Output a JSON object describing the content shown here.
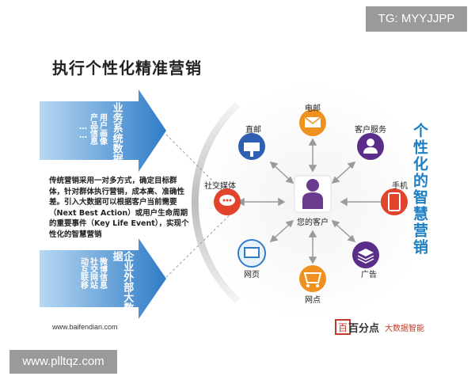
{
  "watermarks": {
    "top_right": "TG: MYYJJPP",
    "bottom_left": "www.plltqz.com"
  },
  "slide": {
    "title": "执行个性化精准营销",
    "side_title": "个性化的智慧营销",
    "arrow_top": {
      "main": "业务系统数据",
      "sub": [
        "用户画像",
        "产品信息",
        "……"
      ]
    },
    "arrow_bottom": {
      "main": "企业外部大数据",
      "sub": [
        "微博信息",
        "社交网站",
        "动互联移"
      ]
    },
    "description": "传统营销采用一对多方式，确定目标群体，针对群体执行营销，成本高、准确性差。引入大数据可以根据客户当前需要（Next Best Action）或用户生命周期的重要事件（Key Life Event），实现个性化的智慧营销",
    "website": "www.baifendian.com",
    "center_label": "您的客户",
    "nodes": {
      "email": "电邮",
      "service": "客户服务",
      "mobile": "手机",
      "ads": "广告",
      "store": "网点",
      "web": "网页",
      "social": "社交媒体",
      "mail": "直邮"
    },
    "logo": {
      "brand": "百分点",
      "wechat": "大数据智能"
    }
  },
  "colors": {
    "arrow_blue": "#2f7cc7",
    "arrow_light": "#9cc8ec",
    "title_blue": "#1e7fc4",
    "email_orange": "#f0911f",
    "service_purple": "#5a2d8a",
    "mobile_red": "#e2442b",
    "ads_purple": "#5a2d8a",
    "store_orange": "#f0911f",
    "web_blue": "#2f7cc7",
    "social_red": "#e2442b",
    "mail_blue": "#2f5fb3",
    "person_purple": "#6b3b8f"
  }
}
